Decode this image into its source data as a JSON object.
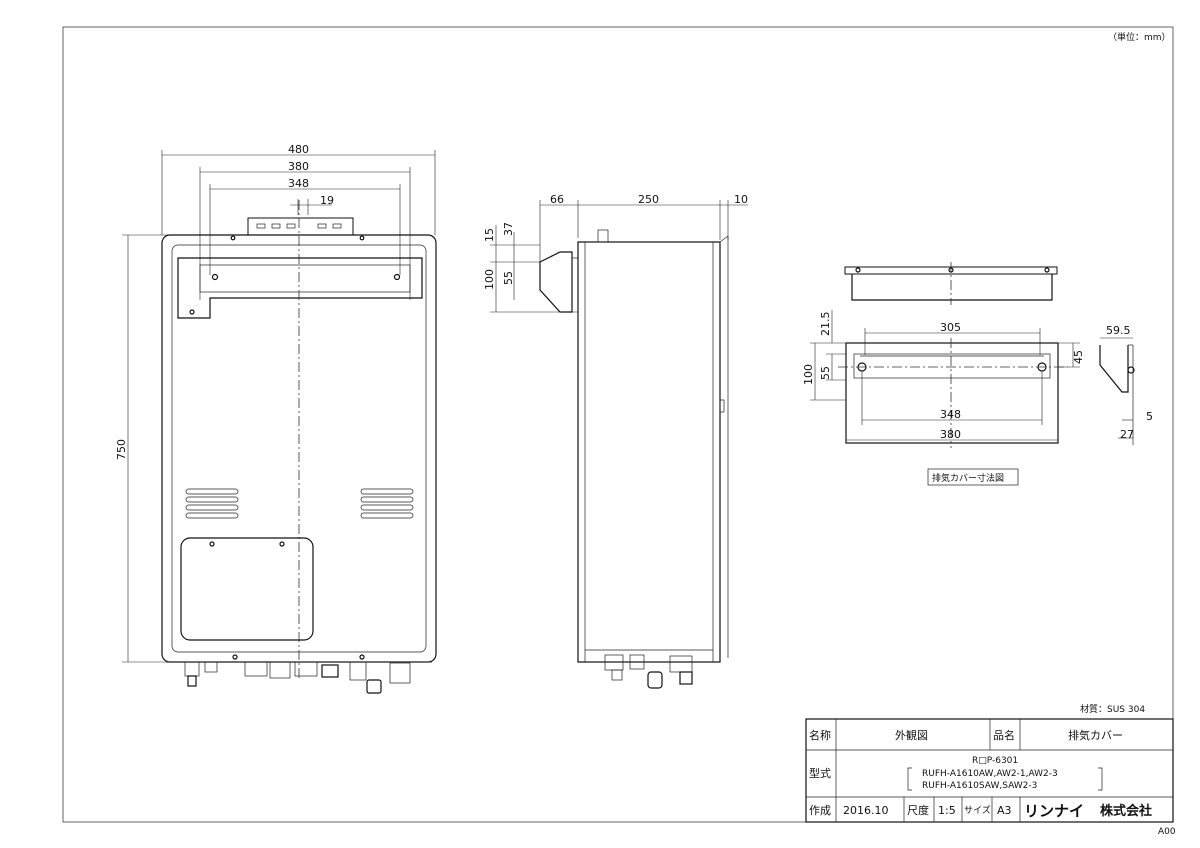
{
  "units_note": "（単位：mm）",
  "material_note": "材質：SUS 304",
  "front_view": {
    "dim_width": "480",
    "dim_bracket_width": "380",
    "dim_hole_pitch": "348",
    "dim_offset": "19",
    "dim_height": "750"
  },
  "side_view": {
    "dim_cover_depth": "66",
    "dim_body_depth": "250",
    "dim_back_gap": "10",
    "dim_top_offset": "15",
    "dim_cover_top": "37",
    "dim_cover_height": "100",
    "dim_cover_hole": "55"
  },
  "cover_view": {
    "dim_top_margin": "21.5",
    "dim_slot_width": "305",
    "dim_height": "100",
    "dim_hole_offset": "55",
    "dim_right_height": "45",
    "dim_hole_pitch": "348",
    "dim_width": "380",
    "dim_depth": "59.5",
    "dim_lip": "5",
    "dim_base": "27",
    "caption": "排気カバー寸法図"
  },
  "title_block": {
    "name_label": "名称",
    "name_value": "外観図",
    "product_label": "品名",
    "product_value": "排気カバー",
    "model_label": "型式",
    "model_line1": "R□P-6301",
    "model_line2": "RUFH-A1610AW,AW2-1,AW2-3",
    "model_line3": "RUFH-A1610SAW,SAW2-3",
    "made_label": "作成",
    "made_value": "2016.10",
    "scale_label": "尺度",
    "scale_value": "1:5",
    "size_label": "サイズ",
    "size_value": "A3",
    "company_logo": "リンナイ",
    "company_suffix": "株式会社"
  },
  "sheet_code": "A00"
}
